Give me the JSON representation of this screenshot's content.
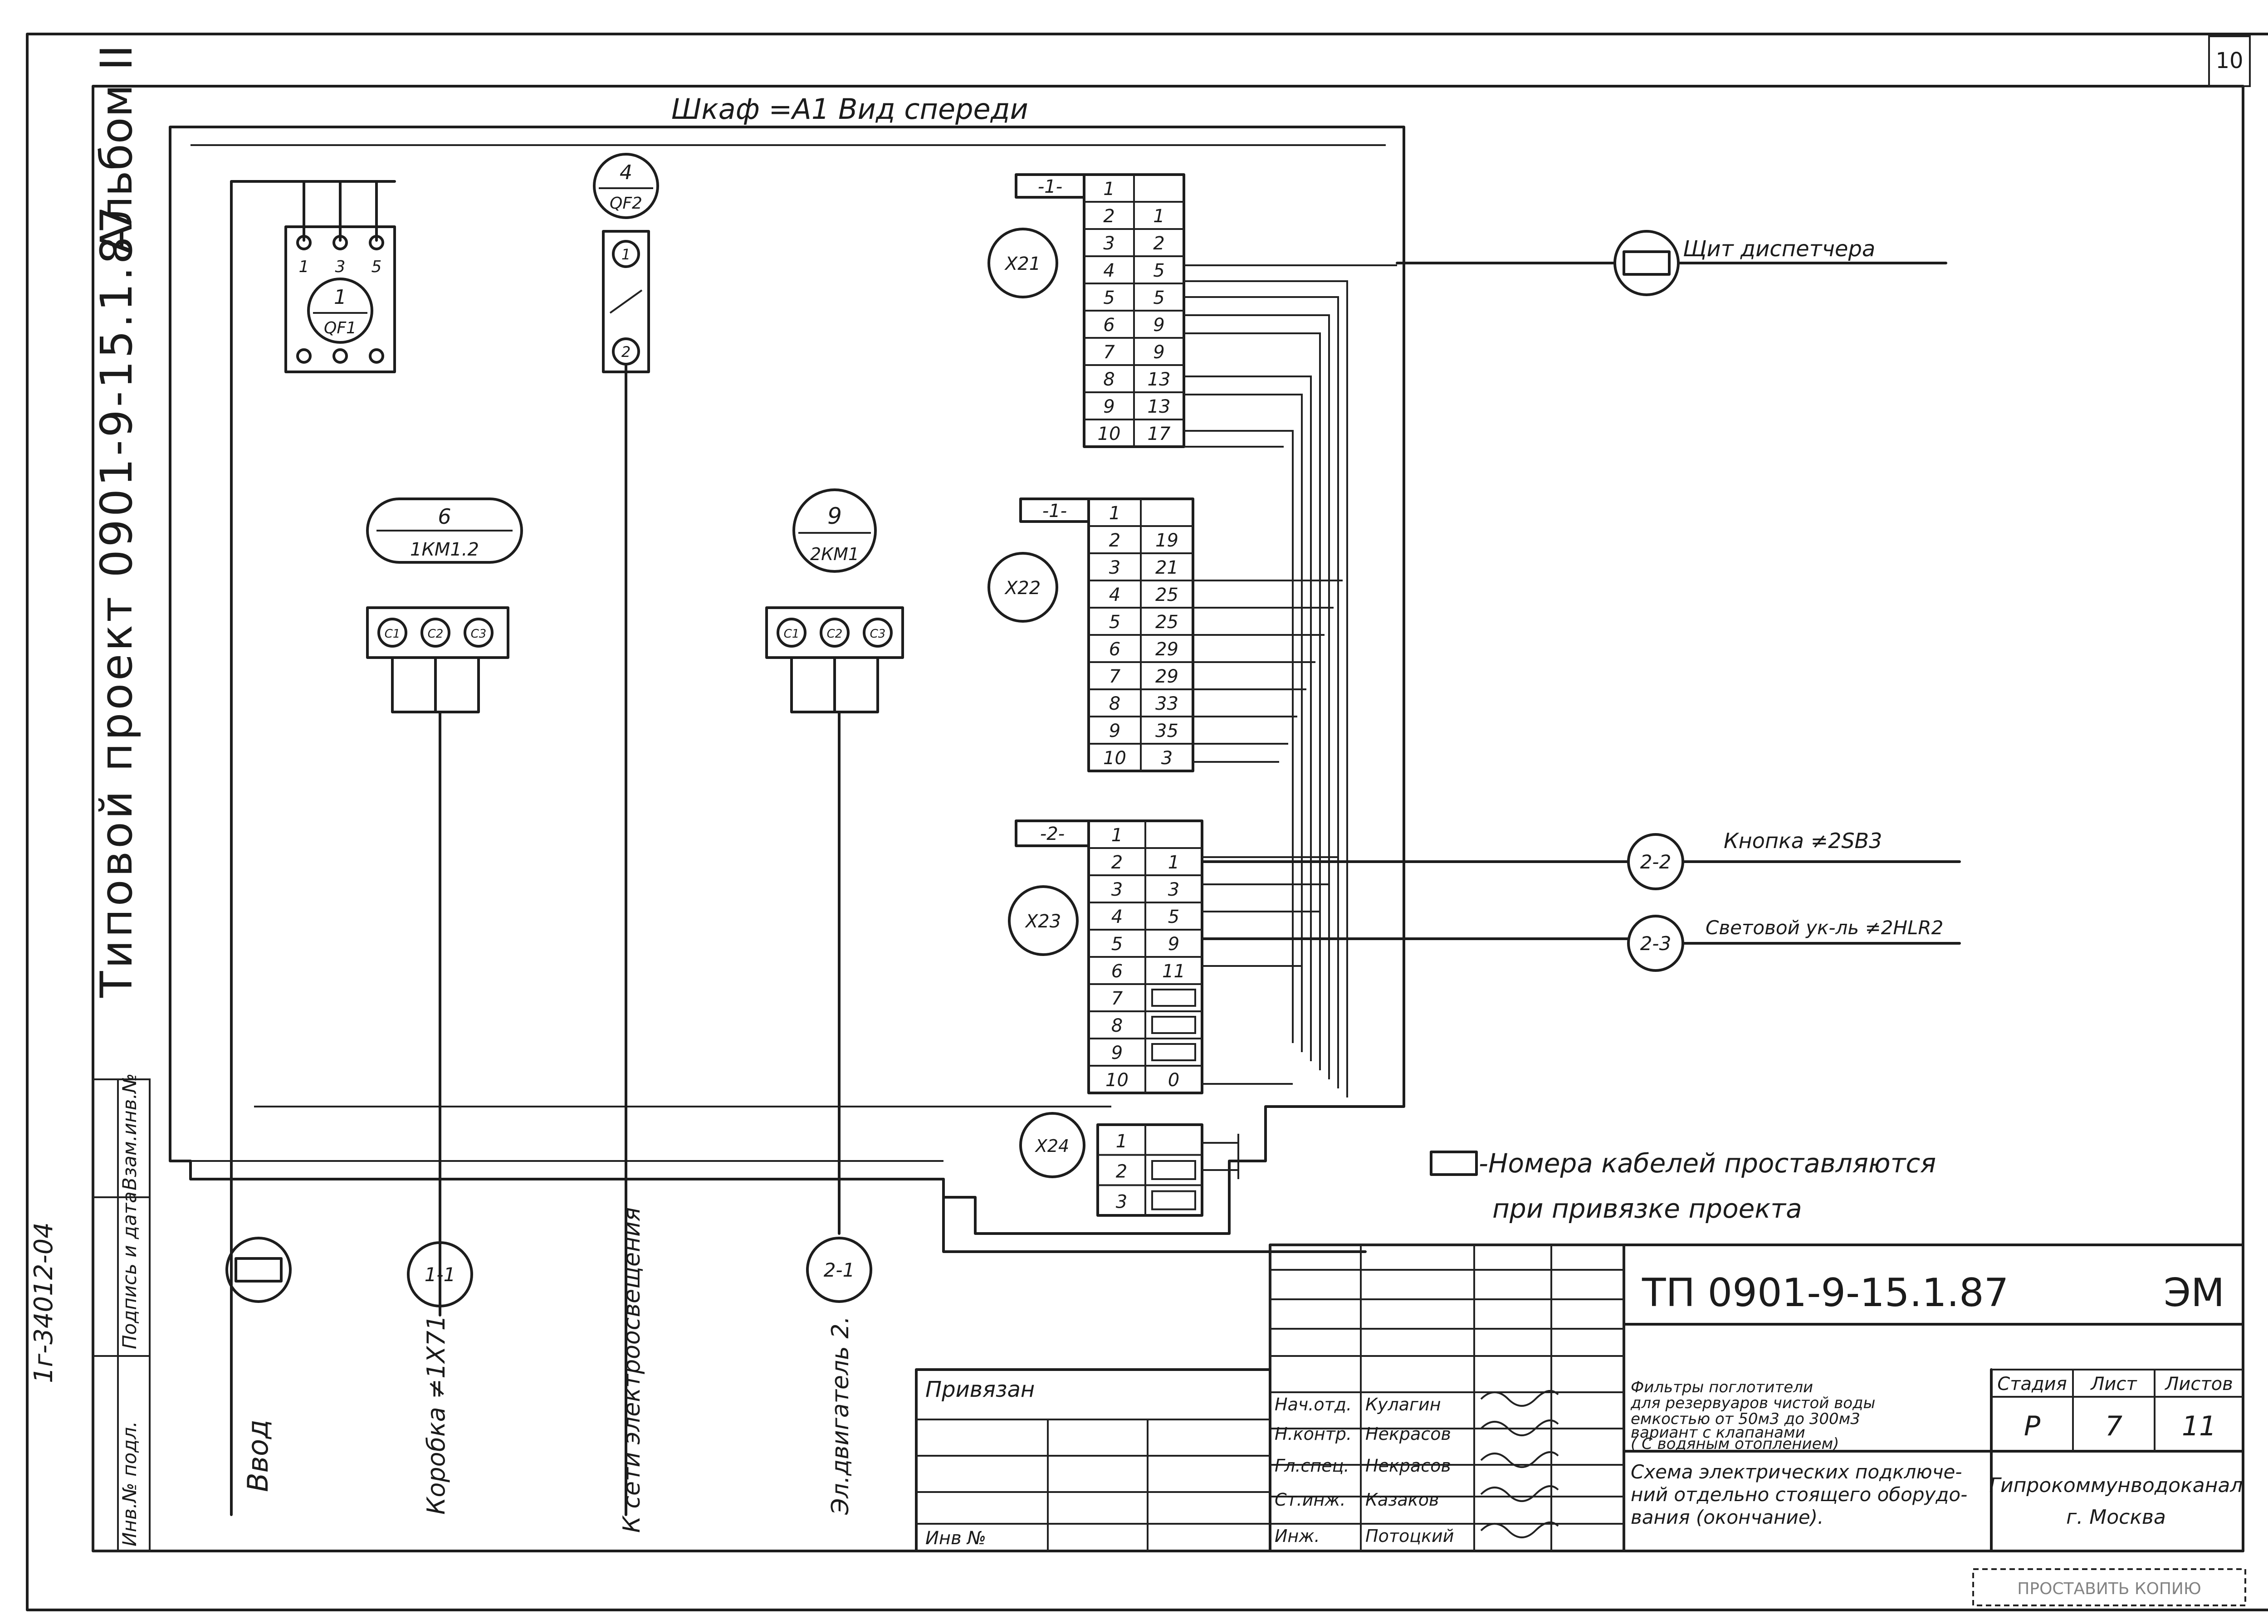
{
  "sheet": {
    "corner_number": "10",
    "stamp": "ПРОСТАВИТЬ КОПИЮ"
  },
  "side": {
    "album": "Альбом II",
    "project": "Типовой проект 0901-9-15.1.87",
    "handwritten": "1г-34012-04"
  },
  "cabinet": {
    "title": "Шкаф =А1   Вид спереди"
  },
  "devices": {
    "qf1": {
      "num": "1",
      "code": "QF1",
      "pins": [
        "1",
        "3",
        "5"
      ]
    },
    "qf2": {
      "num": "4",
      "code": "QF2",
      "pins": [
        "1",
        "2"
      ]
    },
    "km12": {
      "num": "6",
      "code": "1КМ1.2",
      "pins": [
        "С1",
        "С2",
        "С3"
      ]
    },
    "km1": {
      "num": "9",
      "code": "2КМ1",
      "pins": [
        "С1",
        "С2",
        "С3"
      ]
    }
  },
  "terminals": [
    {
      "id": "X21",
      "tag": "-1-",
      "rows": [
        [
          "1",
          ""
        ],
        [
          "2",
          "1"
        ],
        [
          "3",
          "2"
        ],
        [
          "4",
          "5"
        ],
        [
          "5",
          "5"
        ],
        [
          "6",
          "9"
        ],
        [
          "7",
          "9"
        ],
        [
          "8",
          "13"
        ],
        [
          "9",
          "13"
        ],
        [
          "10",
          "17"
        ]
      ]
    },
    {
      "id": "X22",
      "tag": "-1-",
      "rows": [
        [
          "1",
          ""
        ],
        [
          "2",
          "19"
        ],
        [
          "3",
          "21"
        ],
        [
          "4",
          "25"
        ],
        [
          "5",
          "25"
        ],
        [
          "6",
          "29"
        ],
        [
          "7",
          "29"
        ],
        [
          "8",
          "33"
        ],
        [
          "9",
          "35"
        ],
        [
          "10",
          "3"
        ]
      ]
    },
    {
      "id": "X23",
      "tag": "-2-",
      "rows": [
        [
          "1",
          ""
        ],
        [
          "2",
          "1"
        ],
        [
          "3",
          "3"
        ],
        [
          "4",
          "5"
        ],
        [
          "5",
          "9"
        ],
        [
          "6",
          "11"
        ],
        [
          "7",
          ""
        ],
        [
          "8",
          ""
        ],
        [
          "9",
          ""
        ],
        [
          "10",
          "0"
        ]
      ]
    },
    {
      "id": "X24",
      "tag": "",
      "rows": [
        [
          "1",
          ""
        ],
        [
          "2",
          ""
        ],
        [
          "3",
          ""
        ]
      ]
    }
  ],
  "external": {
    "dispatcher": "Щит диспетчера",
    "c22": {
      "mark": "2-2",
      "label": "Кнопка ≠2SB3"
    },
    "c23": {
      "mark": "2-3",
      "label": "Световой ук-ль ≠2HLR2"
    }
  },
  "cables": {
    "vvod": "Ввод",
    "c11": {
      "mark": "1-1",
      "label": "Коробка ≠1Х71"
    },
    "light": "К сети электроосвещения",
    "c21": {
      "mark": "2-1",
      "label": "Эл.двигатель 2."
    }
  },
  "note": {
    "line1": "-Номера кабелей проставляются",
    "line2": "при привязке проекта"
  },
  "title_block": {
    "code": "ТП 0901-9-15.1.87",
    "mark": "ЭМ",
    "bound": "Привязан",
    "inv": "Инв №",
    "desc_lines": [
      "Фильтры поглотители",
      "для резервуаров чистой воды",
      "емкостью от 50м3 до 300м3",
      "вариант с клапанами",
      "( С водяным отоплением)"
    ],
    "sheet_title_lines": [
      "Схема электрических подключе-",
      "ний отдельно стоящего оборудо-",
      "вания (окончание)."
    ],
    "stage_h": "Стадия",
    "sheet_h": "Лист",
    "sheets_h": "Листов",
    "stage": "Р",
    "sheet": "7",
    "sheets": "11",
    "org1": "Гипрокоммунводоканал",
    "org2": "г. Москва",
    "people": [
      {
        "role": "Нач.отд.",
        "name": "Кулагин"
      },
      {
        "role": "Н.контр.",
        "name": "Некрасов"
      },
      {
        "role": "Гл.спец.",
        "name": "Некрасов"
      },
      {
        "role": "Ст.инж.",
        "name": "Казаков"
      },
      {
        "role": "Инж.",
        "name": "Потоцкий"
      }
    ]
  },
  "left_strip": [
    "Инв.№ подл.",
    "Подпись и дата",
    "Взам.инв.№"
  ]
}
